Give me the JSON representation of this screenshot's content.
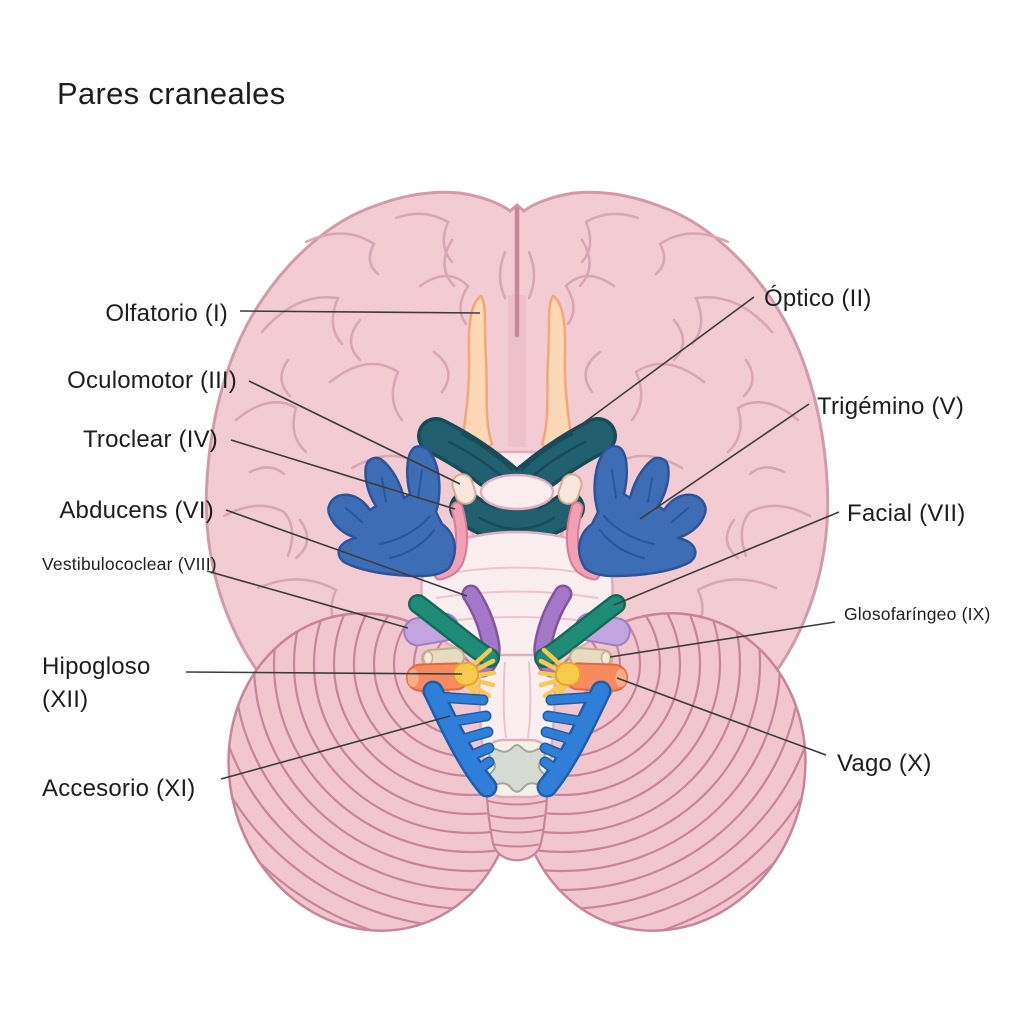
{
  "title": "Pares craneales",
  "labels": {
    "olfatorio": "Olfatorio (I)",
    "oculomotor": "Oculomotor (III)",
    "troclear": "Troclear (IV)",
    "abducens": "Abducens (VI)",
    "vestibulococlear": "Vestibulococlear (VIII)",
    "hipogloso": "Hipogloso (XII)",
    "accesorio": "Accesorio (XI)",
    "optico": "Óptico (II)",
    "trigemino": "Trigémino (V)",
    "facial": "Facial (VII)",
    "glosofaringeo": "Glosofaríngeo (IX)",
    "vago": "Vago (X)"
  },
  "colors": {
    "text": "#1d1d1f",
    "leader": "#3c3c3c",
    "cerebrum_fill": "#F2CBD3",
    "cerebrum_outline": "#D19BAB",
    "gyri_line": "#DAA5B4",
    "fissure_line": "#C9869C",
    "fissure_strip": "#EAB6C4",
    "cerebellum_fill": "#F1C6CE",
    "cerebellum_stripe": "#C8849A",
    "brainstem_fill": "#FBEEF0",
    "brainstem_outline": "#E2AEBD",
    "brainstem_line": "#ECC4CF",
    "spinal_plate": "#F7F0E6",
    "spinal_gray": "#D6DBD2",
    "spinal_gray_outline": "#9EA89D",
    "olfactory": "#FDD8B4",
    "olfactory_outline": "#F2A679",
    "optic": "#20606E",
    "optic_dark": "#174B57",
    "oculomotor_nerve": "#F8E7DC",
    "oculomotor_outline": "#DCA98F",
    "trochlear": "#F3A0B5",
    "trochlear_outline": "#D77B95",
    "trigeminal": "#3C6DB5",
    "trigeminal_dark": "#2C549B",
    "abducens_nerve": "#A577C9",
    "abducens_dark": "#85549F",
    "facial_nerve": "#1E8C77",
    "facial_dark": "#136A58",
    "vestibulocochlear": "#C2A5DF",
    "vestibulocochlear_outline": "#9F7FC2",
    "glossopharyngeal": "#E7DBC2",
    "glossopharyngeal_outline": "#C4AE8C",
    "glossopharyngeal_highlight": "#F3EBD8",
    "vagus": "#F78B60",
    "vagus_outline": "#E06A3D",
    "vagus_highlight": "#FBAD8B",
    "hypoglossal": "#F7C94C",
    "hypoglossal_outline": "#E8A52E",
    "accessory": "#2F7FD9",
    "accessory_dark": "#1C5EAE"
  }
}
